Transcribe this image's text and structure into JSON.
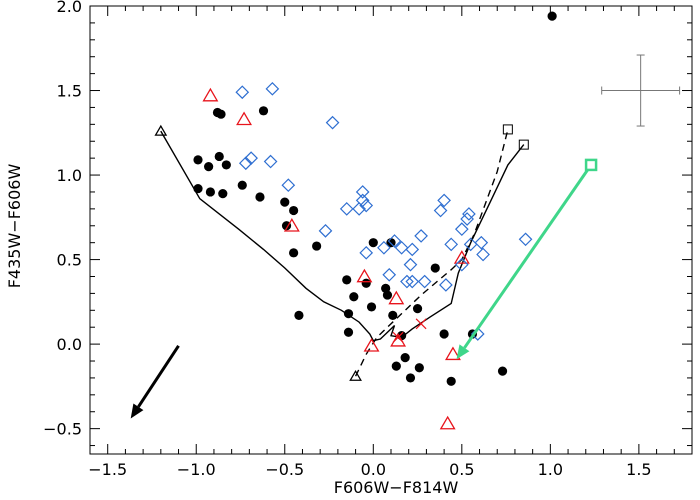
{
  "chart_data": {
    "type": "scatter",
    "title": "",
    "xlabel": "F606W−F814W",
    "ylabel": "F435W−F606W",
    "xlim": [
      -1.6,
      1.8
    ],
    "ylim": [
      -0.65,
      2.0
    ],
    "grid": false,
    "legend": "none",
    "x_ticks": [
      -1.5,
      -1.0,
      -0.5,
      0.0,
      0.5,
      1.0,
      1.5
    ],
    "x_tick_labels": [
      "−1.5",
      "−1.0",
      "−0.5",
      "0.0",
      "0.5",
      "1.0",
      "1.5"
    ],
    "y_ticks": [
      -0.5,
      0.0,
      0.5,
      1.0,
      1.5,
      2.0
    ],
    "y_tick_labels": [
      "−0.5",
      "0.0",
      "0.5",
      "1.0",
      "1.5",
      "2.0"
    ],
    "colors": {
      "black": "#000000",
      "red": "#e8141c",
      "blue": "#2f6fd1",
      "green": "#3fd68a",
      "gray": "#777777"
    },
    "series": [
      {
        "marker": "filled-circle",
        "color": "#000000",
        "points": [
          [
            1.01,
            1.94
          ],
          [
            -0.88,
            1.37
          ],
          [
            -0.86,
            1.36
          ],
          [
            -0.62,
            1.38
          ],
          [
            -0.99,
            1.09
          ],
          [
            -0.87,
            1.11
          ],
          [
            -0.83,
            1.06
          ],
          [
            -0.93,
            1.05
          ],
          [
            -0.74,
            0.94
          ],
          [
            -0.99,
            0.92
          ],
          [
            -0.92,
            0.9
          ],
          [
            -0.85,
            0.89
          ],
          [
            -0.64,
            0.87
          ],
          [
            -0.5,
            0.84
          ],
          [
            -0.45,
            0.79
          ],
          [
            -0.49,
            0.7
          ],
          [
            -0.32,
            0.58
          ],
          [
            -0.45,
            0.54
          ],
          [
            0.0,
            0.6
          ],
          [
            0.1,
            0.6
          ],
          [
            0.35,
            0.45
          ],
          [
            -0.15,
            0.38
          ],
          [
            0.07,
            0.33
          ],
          [
            -0.04,
            0.36
          ],
          [
            -0.11,
            0.28
          ],
          [
            0.08,
            0.29
          ],
          [
            -0.01,
            0.22
          ],
          [
            0.25,
            0.21
          ],
          [
            -0.14,
            0.18
          ],
          [
            0.11,
            0.17
          ],
          [
            -0.42,
            0.17
          ],
          [
            -0.14,
            0.07
          ],
          [
            0.16,
            0.05
          ],
          [
            0.4,
            0.06
          ],
          [
            0.56,
            0.06
          ],
          [
            0.18,
            -0.08
          ],
          [
            0.13,
            -0.13
          ],
          [
            0.26,
            -0.14
          ],
          [
            0.21,
            -0.2
          ],
          [
            0.73,
            -0.16
          ],
          [
            0.44,
            -0.22
          ]
        ]
      },
      {
        "marker": "open-triangle",
        "color": "#e8141c",
        "points": [
          [
            -0.92,
            1.47
          ],
          [
            -0.73,
            1.33
          ],
          [
            -0.46,
            0.7
          ],
          [
            -0.05,
            0.4
          ],
          [
            0.5,
            0.51
          ],
          [
            0.13,
            0.27
          ],
          [
            -0.01,
            -0.01
          ],
          [
            0.14,
            0.02
          ],
          [
            0.45,
            -0.06
          ],
          [
            0.42,
            -0.47
          ]
        ]
      },
      {
        "marker": "cross",
        "color": "#e8141c",
        "points": [
          [
            0.14,
            0.04
          ],
          [
            0.27,
            0.12
          ]
        ]
      },
      {
        "marker": "open-diamond",
        "color": "#2f6fd1",
        "points": [
          [
            -0.74,
            1.49
          ],
          [
            -0.57,
            1.51
          ],
          [
            -0.23,
            1.31
          ],
          [
            -0.72,
            1.07
          ],
          [
            -0.69,
            1.1
          ],
          [
            -0.58,
            1.08
          ],
          [
            -0.48,
            0.94
          ],
          [
            -0.06,
            0.9
          ],
          [
            -0.06,
            0.85
          ],
          [
            -0.04,
            0.82
          ],
          [
            -0.08,
            0.8
          ],
          [
            -0.15,
            0.8
          ],
          [
            -0.27,
            0.67
          ],
          [
            0.4,
            0.85
          ],
          [
            0.38,
            0.79
          ],
          [
            0.54,
            0.77
          ],
          [
            0.53,
            0.74
          ],
          [
            0.5,
            0.68
          ],
          [
            0.86,
            0.62
          ],
          [
            0.61,
            0.6
          ],
          [
            0.55,
            0.59
          ],
          [
            0.44,
            0.59
          ],
          [
            0.27,
            0.64
          ],
          [
            0.16,
            0.57
          ],
          [
            0.12,
            0.61
          ],
          [
            0.06,
            0.57
          ],
          [
            0.22,
            0.56
          ],
          [
            -0.04,
            0.54
          ],
          [
            0.62,
            0.53
          ],
          [
            0.21,
            0.47
          ],
          [
            0.5,
            0.47
          ],
          [
            0.09,
            0.41
          ],
          [
            0.19,
            0.37
          ],
          [
            0.22,
            0.37
          ],
          [
            0.29,
            0.37
          ],
          [
            0.41,
            0.35
          ],
          [
            0.59,
            0.06
          ]
        ]
      }
    ],
    "tracks": [
      {
        "style": "solid",
        "color": "#000000",
        "points": [
          [
            -1.2,
            1.26
          ],
          [
            -0.98,
            0.86
          ],
          [
            -0.76,
            0.68
          ],
          [
            -0.62,
            0.56
          ],
          [
            -0.5,
            0.45
          ],
          [
            -0.38,
            0.33
          ],
          [
            -0.28,
            0.25
          ],
          [
            -0.18,
            0.2
          ],
          [
            -0.08,
            0.13
          ],
          [
            -0.02,
            0.06
          ],
          [
            0.0,
            0.02
          ],
          [
            0.04,
            0.03
          ],
          [
            0.09,
            0.08
          ],
          [
            0.12,
            0.11
          ],
          [
            0.1,
            0.05
          ],
          [
            0.16,
            0.04
          ],
          [
            0.22,
            0.09
          ],
          [
            0.32,
            0.16
          ],
          [
            0.44,
            0.24
          ],
          [
            0.48,
            0.42
          ],
          [
            0.55,
            0.6
          ],
          [
            0.66,
            0.84
          ],
          [
            0.76,
            1.06
          ],
          [
            0.85,
            1.18
          ]
        ]
      },
      {
        "style": "dashed",
        "color": "#000000",
        "points": [
          [
            -0.1,
            -0.19
          ],
          [
            -0.04,
            -0.06
          ],
          [
            0.02,
            0.04
          ],
          [
            0.09,
            0.11
          ],
          [
            0.18,
            0.2
          ],
          [
            0.27,
            0.29
          ],
          [
            0.36,
            0.37
          ],
          [
            0.44,
            0.44
          ],
          [
            0.5,
            0.5
          ],
          [
            0.57,
            0.65
          ],
          [
            0.64,
            0.85
          ],
          [
            0.7,
            1.02
          ],
          [
            0.76,
            1.27
          ]
        ]
      }
    ],
    "track_endpoints": [
      {
        "marker": "open-triangle",
        "color": "#000000",
        "point": [
          -1.2,
          1.26
        ]
      },
      {
        "marker": "open-triangle",
        "color": "#000000",
        "point": [
          -0.1,
          -0.19
        ]
      },
      {
        "marker": "open-square",
        "color": "#000000",
        "point": [
          0.76,
          1.27
        ]
      },
      {
        "marker": "open-square",
        "color": "#000000",
        "point": [
          0.85,
          1.18
        ]
      }
    ],
    "arrows": [
      {
        "color": "#3fd68a",
        "from": [
          1.23,
          1.06
        ],
        "to": [
          0.47,
          -0.09
        ],
        "start_marker": "open-square"
      },
      {
        "color": "#000000",
        "from": [
          -1.1,
          -0.01
        ],
        "to": [
          -1.37,
          -0.44
        ]
      }
    ],
    "error_bar": {
      "x": 1.51,
      "y": 1.5,
      "xerr": 0.22,
      "yerr": 0.21,
      "color": "#777777"
    }
  }
}
